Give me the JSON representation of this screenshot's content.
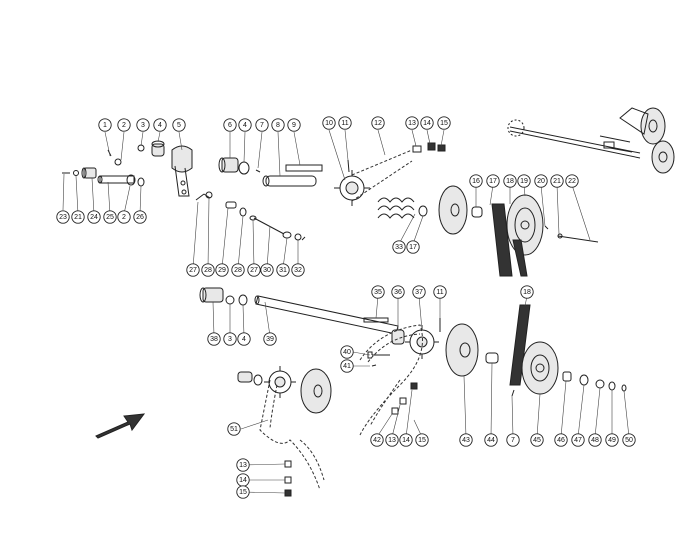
{
  "callouts": [
    {
      "id": "c1",
      "label": "1"
    },
    {
      "id": "c2a",
      "label": "2"
    },
    {
      "id": "c3a",
      "label": "3"
    },
    {
      "id": "c4a",
      "label": "4"
    },
    {
      "id": "c5",
      "label": "5"
    },
    {
      "id": "c6",
      "label": "6"
    },
    {
      "id": "c4b",
      "label": "4"
    },
    {
      "id": "c7a",
      "label": "7"
    },
    {
      "id": "c8",
      "label": "8"
    },
    {
      "id": "c9",
      "label": "9"
    },
    {
      "id": "c10",
      "label": "10"
    },
    {
      "id": "c11a",
      "label": "11"
    },
    {
      "id": "c12",
      "label": "12"
    },
    {
      "id": "c13a",
      "label": "13"
    },
    {
      "id": "c14a",
      "label": "14"
    },
    {
      "id": "c15a",
      "label": "15"
    },
    {
      "id": "c16",
      "label": "16"
    },
    {
      "id": "c17a",
      "label": "17"
    },
    {
      "id": "c18a",
      "label": "18"
    },
    {
      "id": "c19",
      "label": "19"
    },
    {
      "id": "c20",
      "label": "20"
    },
    {
      "id": "c21a",
      "label": "21"
    },
    {
      "id": "c22",
      "label": "22"
    },
    {
      "id": "c23",
      "label": "23"
    },
    {
      "id": "c21b",
      "label": "21"
    },
    {
      "id": "c24",
      "label": "24"
    },
    {
      "id": "c25",
      "label": "25"
    },
    {
      "id": "c2b",
      "label": "2"
    },
    {
      "id": "c26",
      "label": "26"
    },
    {
      "id": "c27a",
      "label": "27"
    },
    {
      "id": "c28a",
      "label": "28"
    },
    {
      "id": "c29",
      "label": "29"
    },
    {
      "id": "c28b",
      "label": "28"
    },
    {
      "id": "c27b",
      "label": "27"
    },
    {
      "id": "c30",
      "label": "30"
    },
    {
      "id": "c31",
      "label": "31"
    },
    {
      "id": "c32",
      "label": "32"
    },
    {
      "id": "c33",
      "label": "33"
    },
    {
      "id": "c17b",
      "label": "17"
    },
    {
      "id": "c35",
      "label": "35"
    },
    {
      "id": "c36",
      "label": "36"
    },
    {
      "id": "c37",
      "label": "37"
    },
    {
      "id": "c11b",
      "label": "11"
    },
    {
      "id": "c18b",
      "label": "18"
    },
    {
      "id": "c38",
      "label": "38"
    },
    {
      "id": "c3b",
      "label": "3"
    },
    {
      "id": "c4c",
      "label": "4"
    },
    {
      "id": "c39",
      "label": "39"
    },
    {
      "id": "c40",
      "label": "40"
    },
    {
      "id": "c41",
      "label": "41"
    },
    {
      "id": "c51",
      "label": "51"
    },
    {
      "id": "c42",
      "label": "42"
    },
    {
      "id": "c13b",
      "label": "13"
    },
    {
      "id": "c14b",
      "label": "14"
    },
    {
      "id": "c15b",
      "label": "15"
    },
    {
      "id": "c43",
      "label": "43"
    },
    {
      "id": "c44",
      "label": "44"
    },
    {
      "id": "c7b",
      "label": "7"
    },
    {
      "id": "c45",
      "label": "45"
    },
    {
      "id": "c46",
      "label": "46"
    },
    {
      "id": "c47",
      "label": "47"
    },
    {
      "id": "c48",
      "label": "48"
    },
    {
      "id": "c49",
      "label": "49"
    },
    {
      "id": "c50",
      "label": "50"
    },
    {
      "id": "c13c",
      "label": "13"
    },
    {
      "id": "c14c",
      "label": "14"
    },
    {
      "id": "c15c",
      "label": "15"
    }
  ]
}
